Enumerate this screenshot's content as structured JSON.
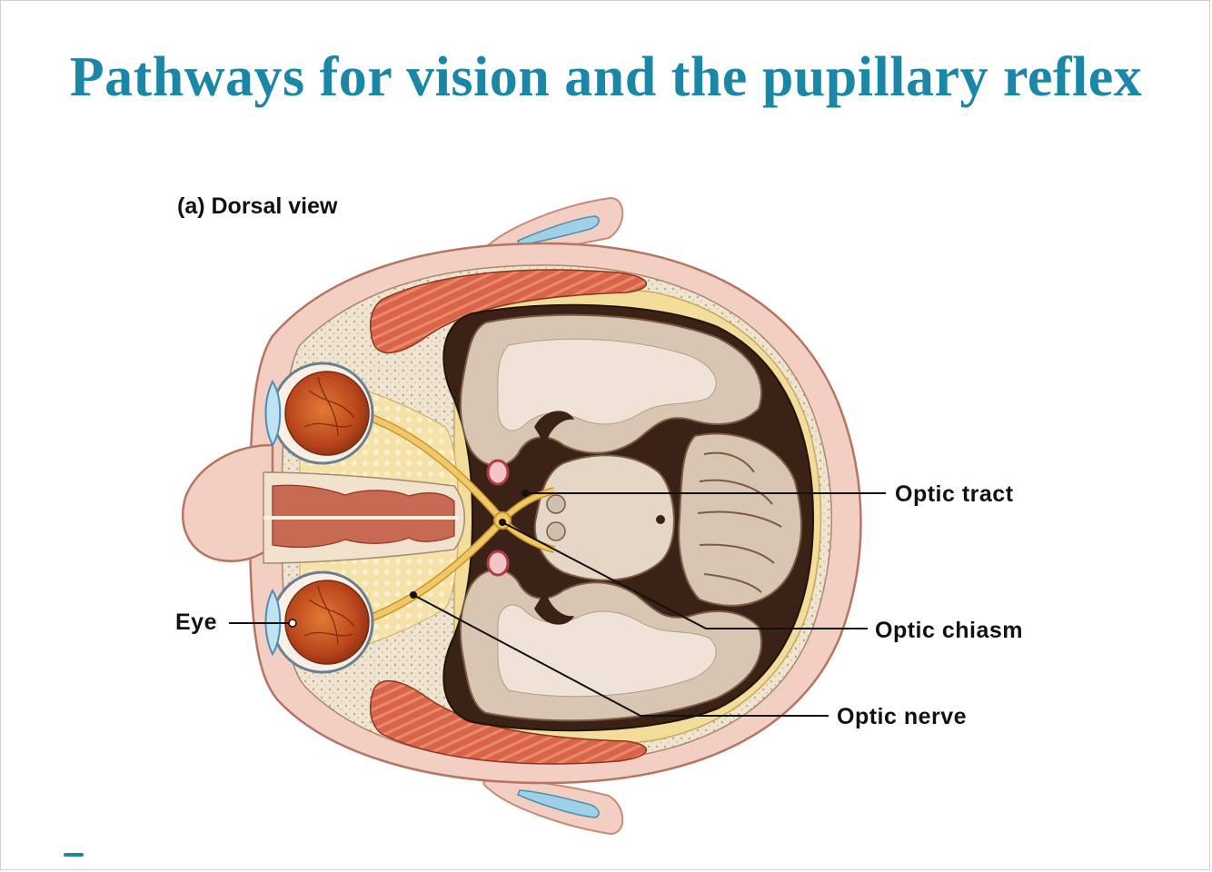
{
  "slide": {
    "title": "Pathways for vision and the pupillary reflex",
    "subtitle": "(a) Dorsal view"
  },
  "labels": {
    "optic_tract": "Optic tract",
    "optic_chiasm": "Optic chiasm",
    "optic_nerve": "Optic nerve",
    "eye": "Eye"
  },
  "colors": {
    "title": "#1b87a7",
    "skin": "#f3cfc3",
    "muscle": "#d9644a",
    "bone": "#efe4cf",
    "brain_gray": "#c9b8a6",
    "brain_white": "#ebdfd0",
    "nerve": "#f2c768",
    "eye_iris": "#c2531f",
    "cartilage_blue": "#9ed0e6"
  }
}
